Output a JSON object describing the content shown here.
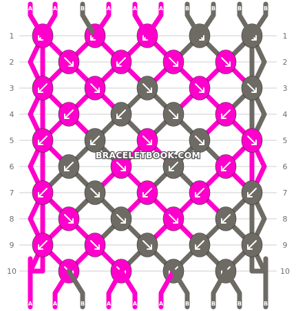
{
  "colors": {
    "A": "#ff00cc",
    "B": "#6e6b65",
    "grid_line": "#cccccc",
    "label": "#6e6e6e"
  },
  "strings_top": [
    "A",
    "A",
    "B",
    "A",
    "A",
    "A",
    "B",
    "B",
    "B",
    "B"
  ],
  "strings_bottom": [
    "A",
    "A",
    "B",
    "A",
    "A",
    "A",
    "B",
    "B",
    "B",
    "B"
  ],
  "row_labels": [
    "1",
    "2",
    "3",
    "4",
    "5",
    "6",
    "7",
    "8",
    "9",
    "10"
  ],
  "watermark": "BRACELETBOOK.COM",
  "knots": [
    [
      {
        "color": "A",
        "arrow": "sw"
      },
      {
        "color": "A",
        "arrow": "sw"
      },
      {
        "color": "A",
        "arrow": "sw"
      },
      {
        "color": "B",
        "arrow": "se"
      },
      {
        "color": "B",
        "arrow": "se"
      }
    ],
    [
      {
        "color": "A",
        "arrow": "se"
      },
      {
        "color": "A",
        "arrow": "sw"
      },
      {
        "color": "A",
        "arrow": "se"
      },
      {
        "color": "A",
        "arrow": "se"
      }
    ],
    [
      {
        "color": "A",
        "arrow": "sw"
      },
      {
        "color": "A",
        "arrow": "se"
      },
      {
        "color": "B",
        "arrow": "se"
      },
      {
        "color": "A",
        "arrow": "se"
      },
      {
        "color": "B",
        "arrow": "se"
      }
    ],
    [
      {
        "color": "A",
        "arrow": "sw"
      },
      {
        "color": "B",
        "arrow": "sw"
      },
      {
        "color": "B",
        "arrow": "se"
      },
      {
        "color": "A",
        "arrow": "sw"
      }
    ],
    [
      {
        "color": "A",
        "arrow": "sw"
      },
      {
        "color": "B",
        "arrow": "sw"
      },
      {
        "color": "A",
        "arrow": "se"
      },
      {
        "color": "B",
        "arrow": "se"
      },
      {
        "color": "A",
        "arrow": "se"
      }
    ],
    [
      {
        "color": "B",
        "arrow": "sw"
      },
      {
        "color": "A",
        "arrow": "se"
      },
      {
        "color": "B",
        "arrow": "sw"
      },
      {
        "color": "A",
        "arrow": "sw"
      }
    ],
    [
      {
        "color": "A",
        "arrow": "sw"
      },
      {
        "color": "B",
        "arrow": "se"
      },
      {
        "color": "A",
        "arrow": "sw"
      },
      {
        "color": "A",
        "arrow": "sw"
      },
      {
        "color": "B",
        "arrow": "sw"
      }
    ],
    [
      {
        "color": "A",
        "arrow": "se"
      },
      {
        "color": "B",
        "arrow": "se"
      },
      {
        "color": "A",
        "arrow": "se"
      },
      {
        "color": "B",
        "arrow": "sw"
      }
    ],
    [
      {
        "color": "A",
        "arrow": "sw"
      },
      {
        "color": "A",
        "arrow": "se"
      },
      {
        "color": "B",
        "arrow": "se"
      },
      {
        "color": "B",
        "arrow": "sw"
      },
      {
        "color": "B",
        "arrow": "sw"
      }
    ],
    [
      {
        "color": "A",
        "arrow": "se"
      },
      {
        "color": "A",
        "arrow": "se"
      },
      {
        "color": "B",
        "arrow": "sw"
      },
      {
        "color": "B",
        "arrow": "sw"
      }
    ]
  ]
}
